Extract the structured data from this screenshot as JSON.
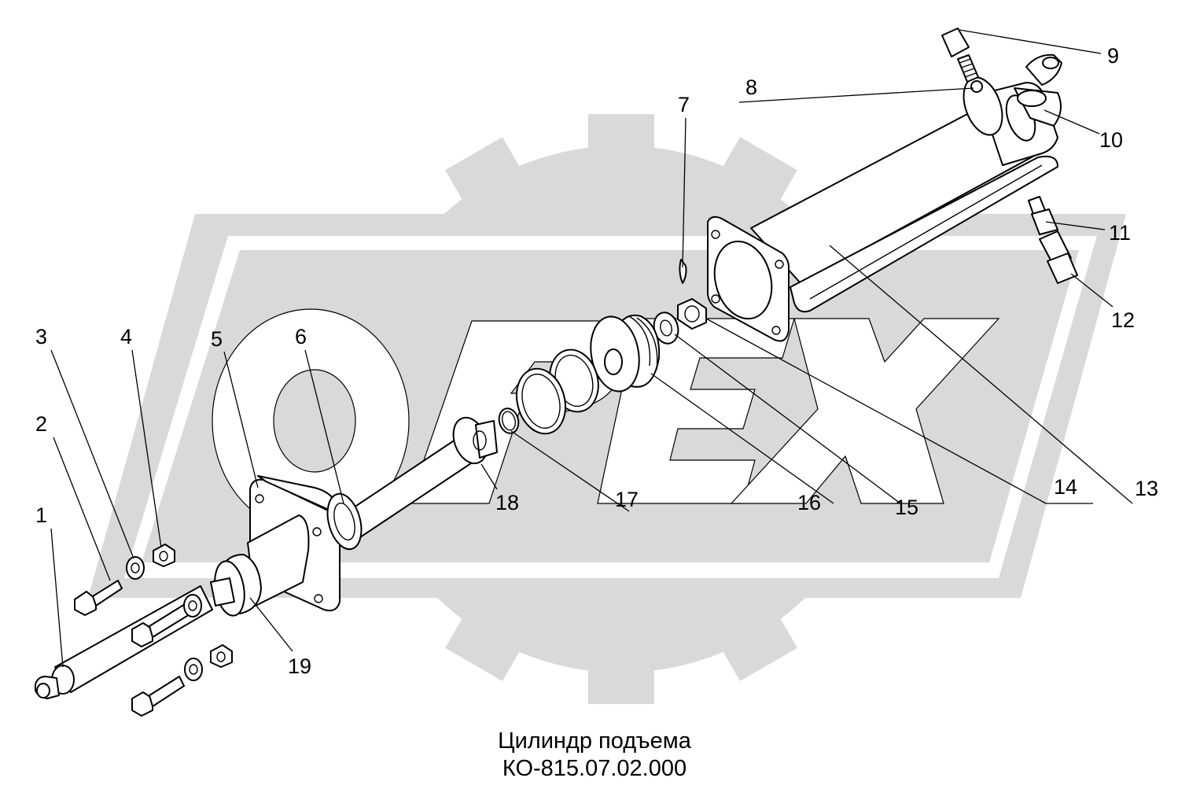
{
  "diagram": {
    "caption_title": "Цилиндр подъема",
    "caption_code": "КО-815.07.02.000",
    "watermark_text": "ОРЕХ",
    "watermark_color": "#d9d9d9",
    "callouts": [
      "1",
      "2",
      "3",
      "4",
      "5",
      "6",
      "7",
      "8",
      "9",
      "10",
      "11",
      "12",
      "13",
      "14",
      "15",
      "16",
      "17",
      "18",
      "19"
    ]
  }
}
